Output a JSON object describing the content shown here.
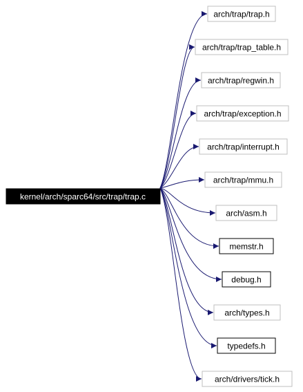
{
  "colors": {
    "edge": "#191970",
    "root_fill": "#000000",
    "root_text": "#ffffff",
    "node_border_light": "#bfbfbf",
    "node_border_dark": "#000000",
    "node_text": "#000000"
  },
  "root": {
    "label": "kernel/arch/sparc64/src/trap/trap.c"
  },
  "includes": [
    {
      "label": "arch/trap/trap.h",
      "style": "light"
    },
    {
      "label": "arch/trap/trap_table.h",
      "style": "light"
    },
    {
      "label": "arch/trap/regwin.h",
      "style": "light"
    },
    {
      "label": "arch/trap/exception.h",
      "style": "light"
    },
    {
      "label": "arch/trap/interrupt.h",
      "style": "light"
    },
    {
      "label": "arch/trap/mmu.h",
      "style": "light"
    },
    {
      "label": "arch/asm.h",
      "style": "light"
    },
    {
      "label": "memstr.h",
      "style": "dark"
    },
    {
      "label": "debug.h",
      "style": "dark"
    },
    {
      "label": "arch/types.h",
      "style": "light"
    },
    {
      "label": "typedefs.h",
      "style": "dark"
    },
    {
      "label": "arch/drivers/tick.h",
      "style": "light"
    }
  ]
}
